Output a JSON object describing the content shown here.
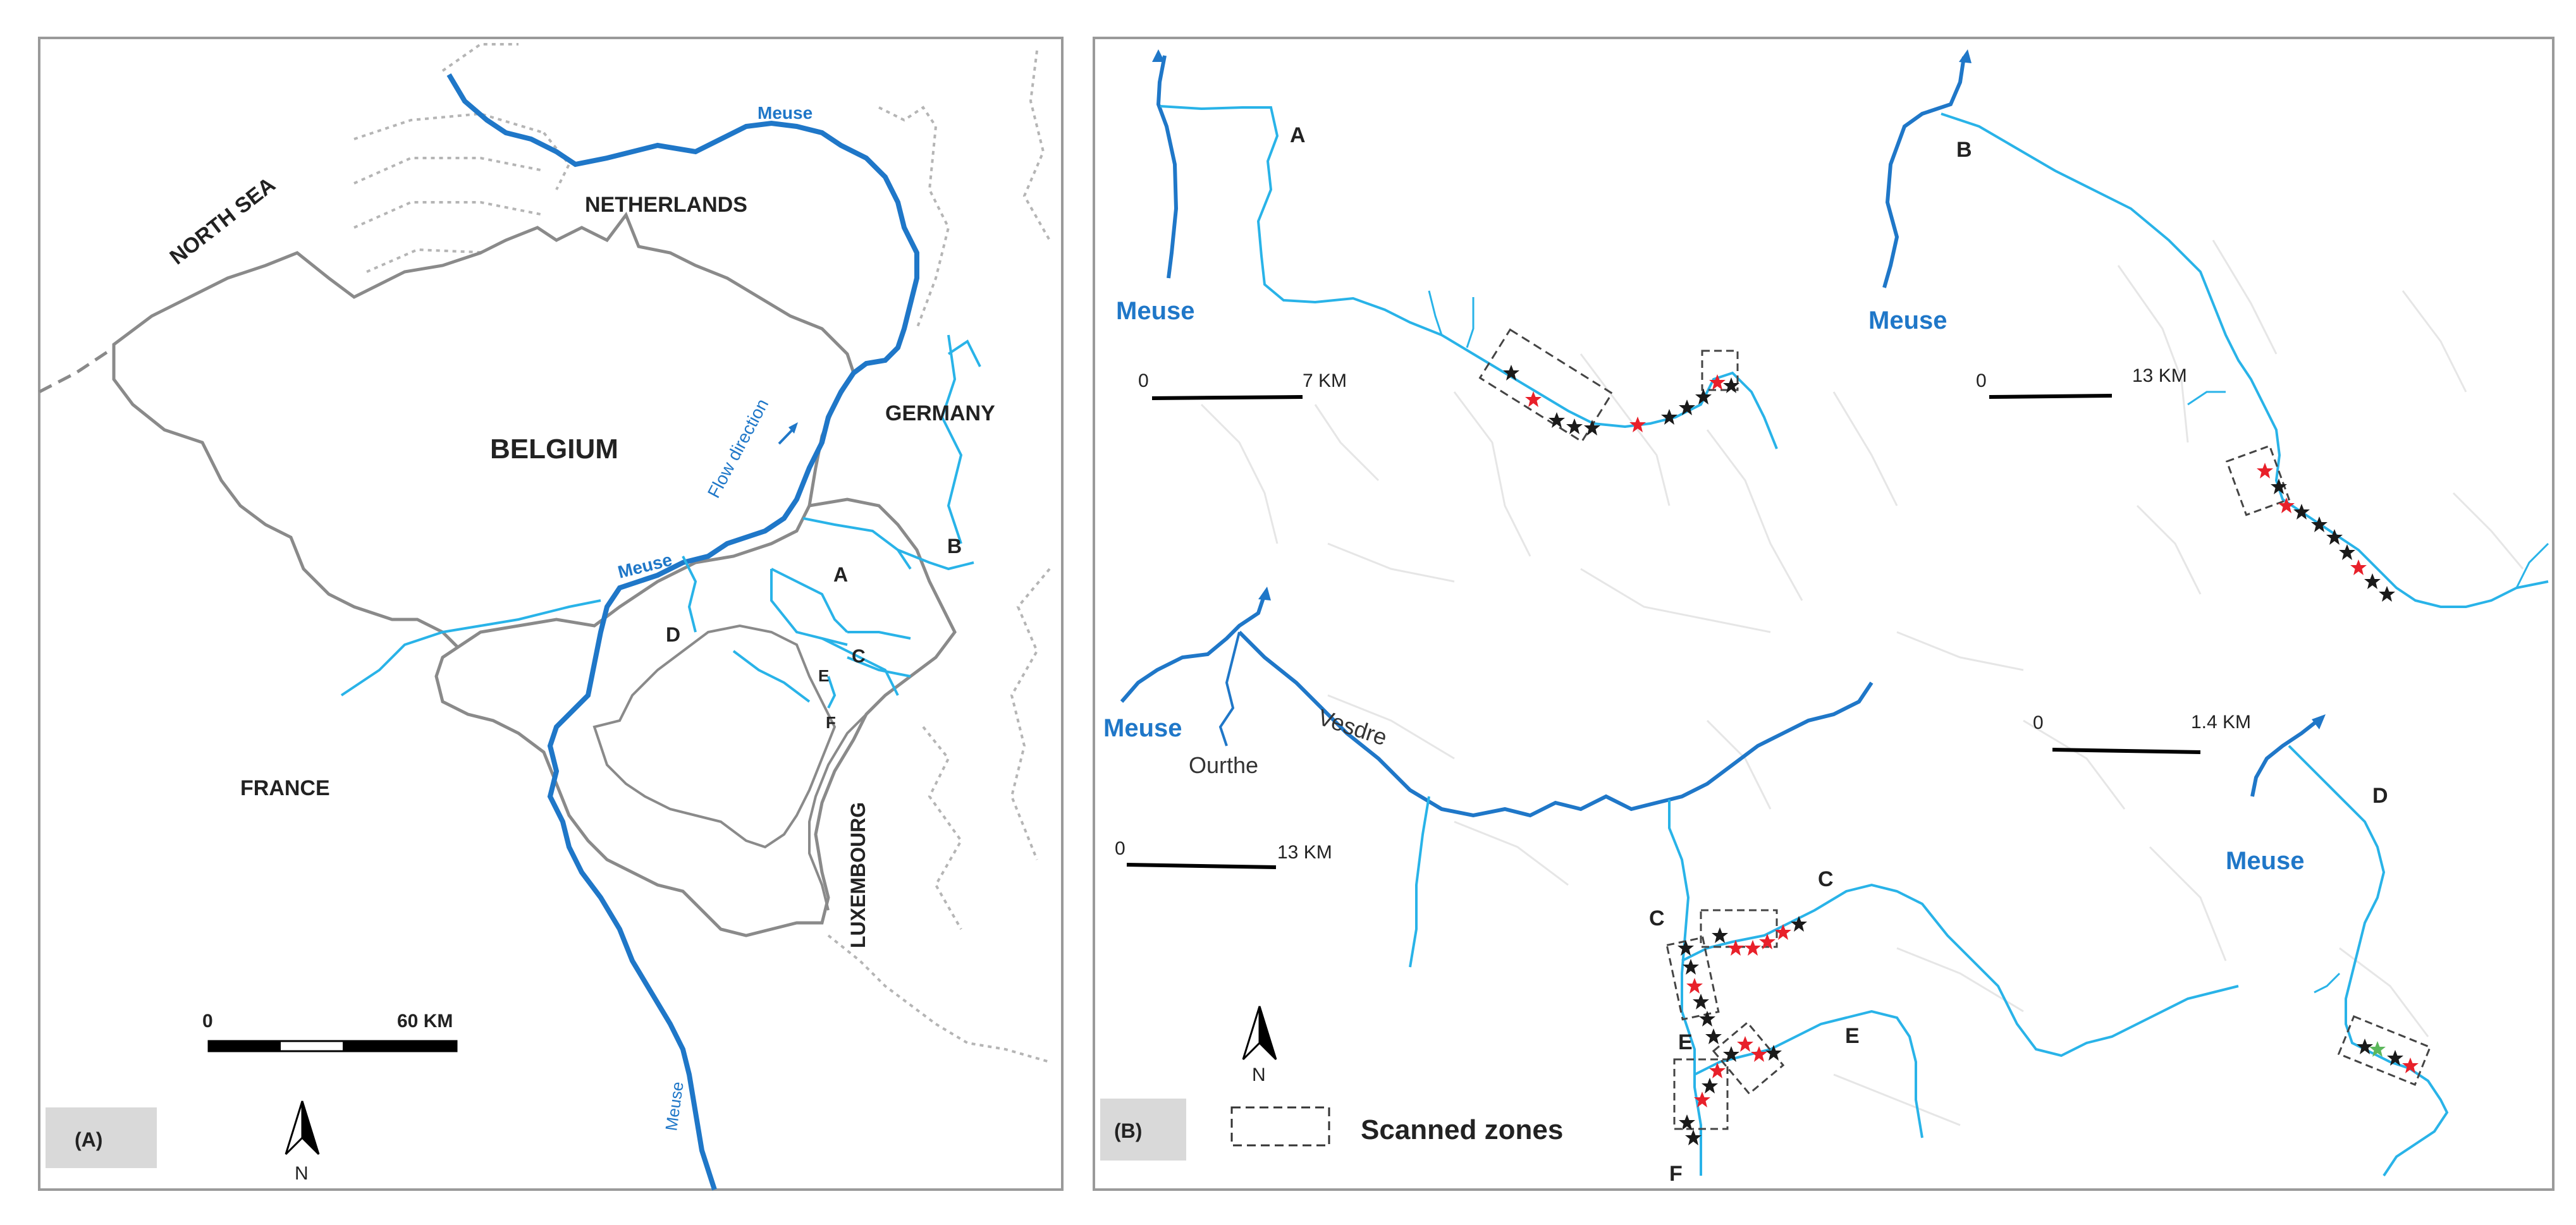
{
  "panel_a": {
    "tag": "(A)",
    "labels": {
      "north_sea": "NORTH SEA",
      "netherlands": "NETHERLANDS",
      "germany": "GERMANY",
      "belgium": "BELGIUM",
      "france": "FRANCE",
      "luxembourg": "LUXEMBOURG",
      "meuse_north": "Meuse",
      "meuse_mid": "Meuse",
      "meuse_south": "Meuse",
      "flow_direction": "Flow direction",
      "site_a": "A",
      "site_b": "B",
      "site_c": "C",
      "site_d": "D",
      "site_e": "E",
      "site_f": "F"
    },
    "scale": {
      "zero": "0",
      "end": "60 KM"
    },
    "north": "N"
  },
  "panel_b": {
    "tag": "(B)",
    "inset_a": {
      "site": "A",
      "meuse": "Meuse",
      "scale_zero": "0",
      "scale_end": "7 KM"
    },
    "inset_b": {
      "site": "B",
      "meuse": "Meuse",
      "scale_zero": "0",
      "scale_end": "13 KM"
    },
    "inset_cef": {
      "meuse": "Meuse",
      "ourthe": "Ourthe",
      "vesdre": "Vesdre",
      "scale_zero": "0",
      "scale_end": "13 KM",
      "c_left": "C",
      "c_right": "C",
      "e_left": "E",
      "e_right": "E",
      "f": "F"
    },
    "inset_d": {
      "site": "D",
      "meuse": "Meuse",
      "scale_zero": "0",
      "scale_end": "1.4 KM"
    },
    "north": "N",
    "legend": {
      "label": "Scanned zones"
    }
  },
  "colors": {
    "meuse": "#1f77c8",
    "tributary": "#29b3e8",
    "border": "#8a8a8a",
    "border_dotted": "#b5b5b5",
    "basin": "#ffffff",
    "star_black": "#1a1a1a",
    "star_red": "#e8202a",
    "star_green": "#5cb85c",
    "tag_bg": "#d9d9d9"
  }
}
